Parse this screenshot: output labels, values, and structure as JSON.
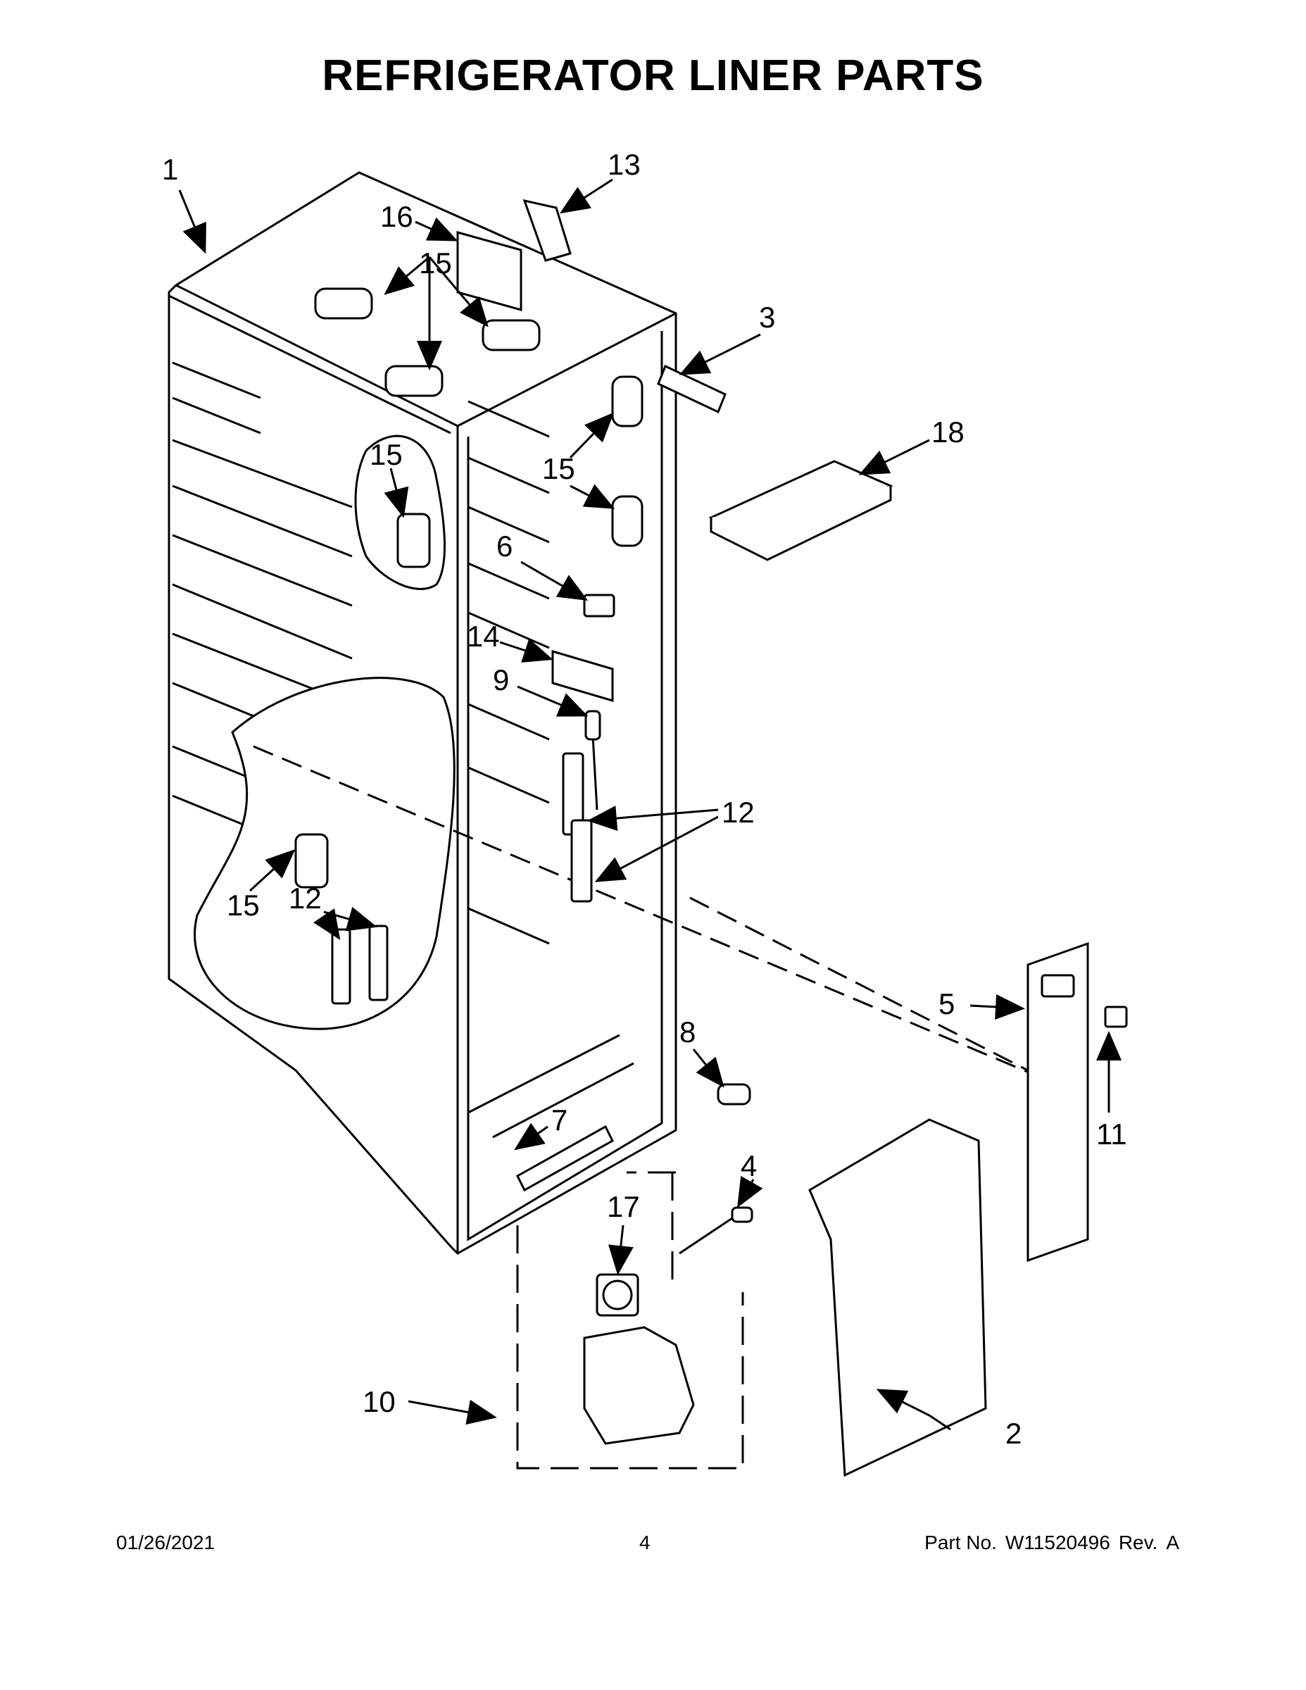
{
  "title": "REFRIGERATOR LINER PARTS",
  "callouts": {
    "c1": "1",
    "c2": "2",
    "c3": "3",
    "c4": "4",
    "c5": "5",
    "c6": "6",
    "c7": "7",
    "c8": "8",
    "c9": "9",
    "c10": "10",
    "c11": "11",
    "c12a": "12",
    "c12b": "12",
    "c13": "13",
    "c14": "14",
    "c15a": "15",
    "c15b": "15",
    "c15c": "15",
    "c15d": "15",
    "c16": "16",
    "c17": "17",
    "c18": "18"
  },
  "footer": {
    "date": "01/26/2021",
    "page": "4",
    "part_label": "Part No.",
    "part_number": "W11520496",
    "rev_label": "Rev.",
    "rev": "A"
  }
}
